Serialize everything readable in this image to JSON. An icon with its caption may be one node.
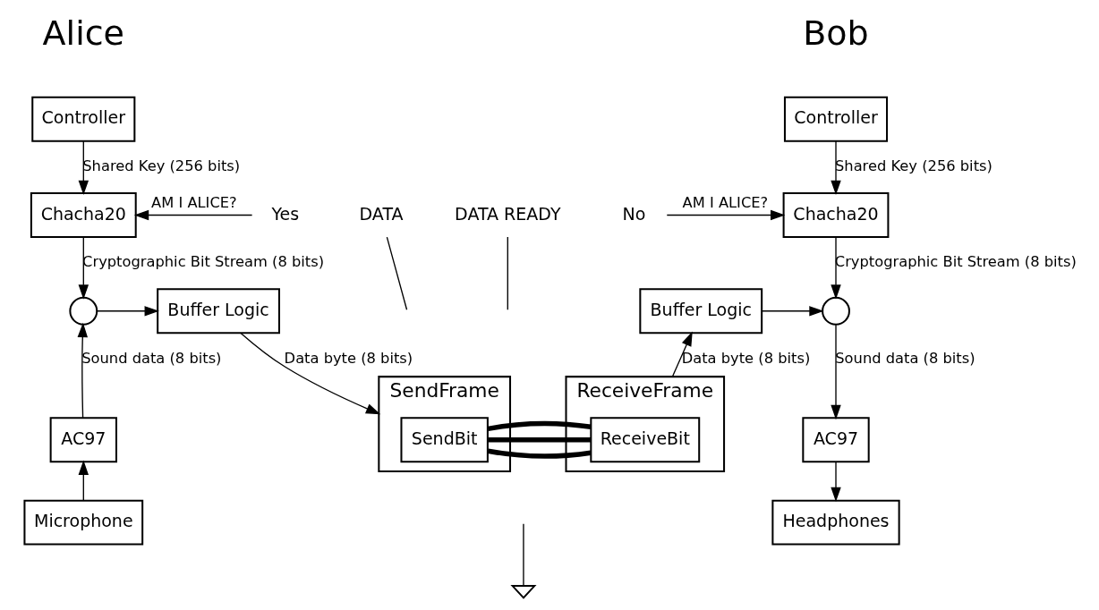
{
  "diagram": {
    "nodes": [
      {
        "text": [
          "Controller"
        ]
      },
      {
        "text": [
          "Chacha20"
        ]
      },
      {
        "text": [
          "Yes"
        ]
      },
      {
        "text": [],
        "shape": "circle"
      },
      {
        "text": [
          "Buffer Logic"
        ]
      },
      {
        "text": [
          "AC97"
        ]
      },
      {
        "text": [
          "Microphone"
        ]
      },
      {
        "text": [
          "SendFrame"
        ]
      },
      {
        "text": [
          "SendBit"
        ],
        "in": 7
      },
      {
        "text": [
          "ReceiveFrame"
        ]
      },
      {
        "text": [
          "ReceiveBit"
        ],
        "in": 9
      },
      {
        "text": [
          "Controller"
        ]
      },
      {
        "text": [
          "No"
        ]
      },
      {
        "text": [
          "Chacha20"
        ]
      },
      {
        "text": [
          "Buffer Logic"
        ]
      },
      {
        "text": [],
        "shape": "circle"
      },
      {
        "text": [
          "AC97"
        ]
      },
      {
        "text": [
          "Headphones"
        ]
      },
      {
        "text": [
          "DATA"
        ]
      },
      {
        "text": [
          "DATA READY"
        ]
      },
      {
        "text": [],
        "shape": "ground"
      }
    ],
    "edges": [
      {
        "from": 0,
        "to": 1,
        "arrow": "to",
        "label": "Shared Key (256 bits)"
      },
      {
        "from": 2,
        "to": 1,
        "arrow": "to",
        "label": "AM I ALICE?"
      },
      {
        "from": 1,
        "to": 3,
        "arrow": "to",
        "label": "Cryptographic Bit Stream (8 bits)"
      },
      {
        "from": 3,
        "to": 4,
        "arrow": "to"
      },
      {
        "from": 6,
        "to": 5,
        "arrow": "to"
      },
      {
        "from": 5,
        "to": 3,
        "arrow": "to",
        "label": "Sound data (8 bits)"
      },
      {
        "from": 4,
        "to": 7,
        "arrow": "to",
        "label": "Data byte (8 bits)"
      },
      {
        "from": 8,
        "to": 10,
        "arrow": "none",
        "style": "thick"
      },
      {
        "from": 8,
        "to": 10,
        "arrow": "none",
        "style": "thick"
      },
      {
        "from": 8,
        "to": 10,
        "arrow": "none",
        "style": "thick"
      },
      {
        "from": 18,
        "to": null,
        "arrow": "none"
      },
      {
        "from": 19,
        "to": null,
        "arrow": "none"
      },
      {
        "from": null,
        "to": 20,
        "arrow": "none"
      },
      {
        "from": 9,
        "to": 14,
        "arrow": "to",
        "label": "Data byte (8 bits)"
      },
      {
        "from": 11,
        "to": 13,
        "arrow": "to",
        "label": "Shared Key (256 bits)"
      },
      {
        "from": 12,
        "to": 13,
        "arrow": "to",
        "label": "AM I ALICE?"
      },
      {
        "from": 13,
        "to": 15,
        "arrow": "to",
        "label": "Cryptographic Bit Stream (8 bits)"
      },
      {
        "from": 14,
        "to": 15,
        "arrow": "to"
      },
      {
        "from": 15,
        "to": 16,
        "arrow": "to",
        "label": "Sound data (8 bits)"
      },
      {
        "from": 16,
        "to": 17,
        "arrow": "to"
      }
    ],
    "labels": [
      "Alice",
      "Bob"
    ]
  }
}
